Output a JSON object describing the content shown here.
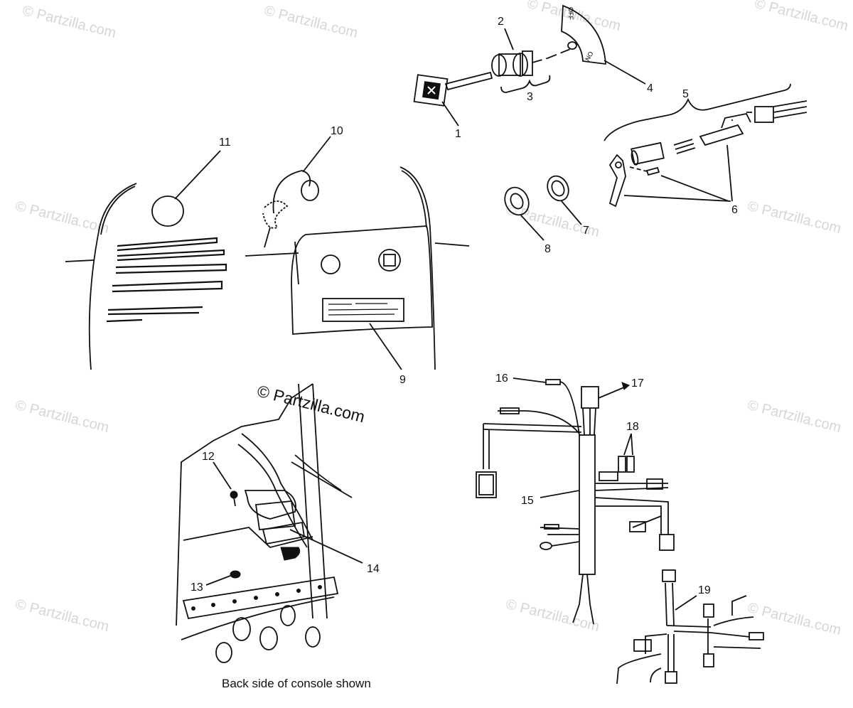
{
  "watermarks": {
    "text": "© Partzilla.com",
    "center_text": "© Partzilla.com"
  },
  "callouts": {
    "c1": "1",
    "c2": "2",
    "c3": "3",
    "c4": "4",
    "c5": "5",
    "c6": "6",
    "c7": "7",
    "c8": "8",
    "c9": "9",
    "c10": "10",
    "c11": "11",
    "c12": "12",
    "c13": "13",
    "c14": "14",
    "c15": "15",
    "c16": "16",
    "c17": "17",
    "c18": "18",
    "c19": "19"
  },
  "switch_plate": {
    "off": "OFF",
    "on": "ON"
  },
  "caption": "Back side of console shown"
}
